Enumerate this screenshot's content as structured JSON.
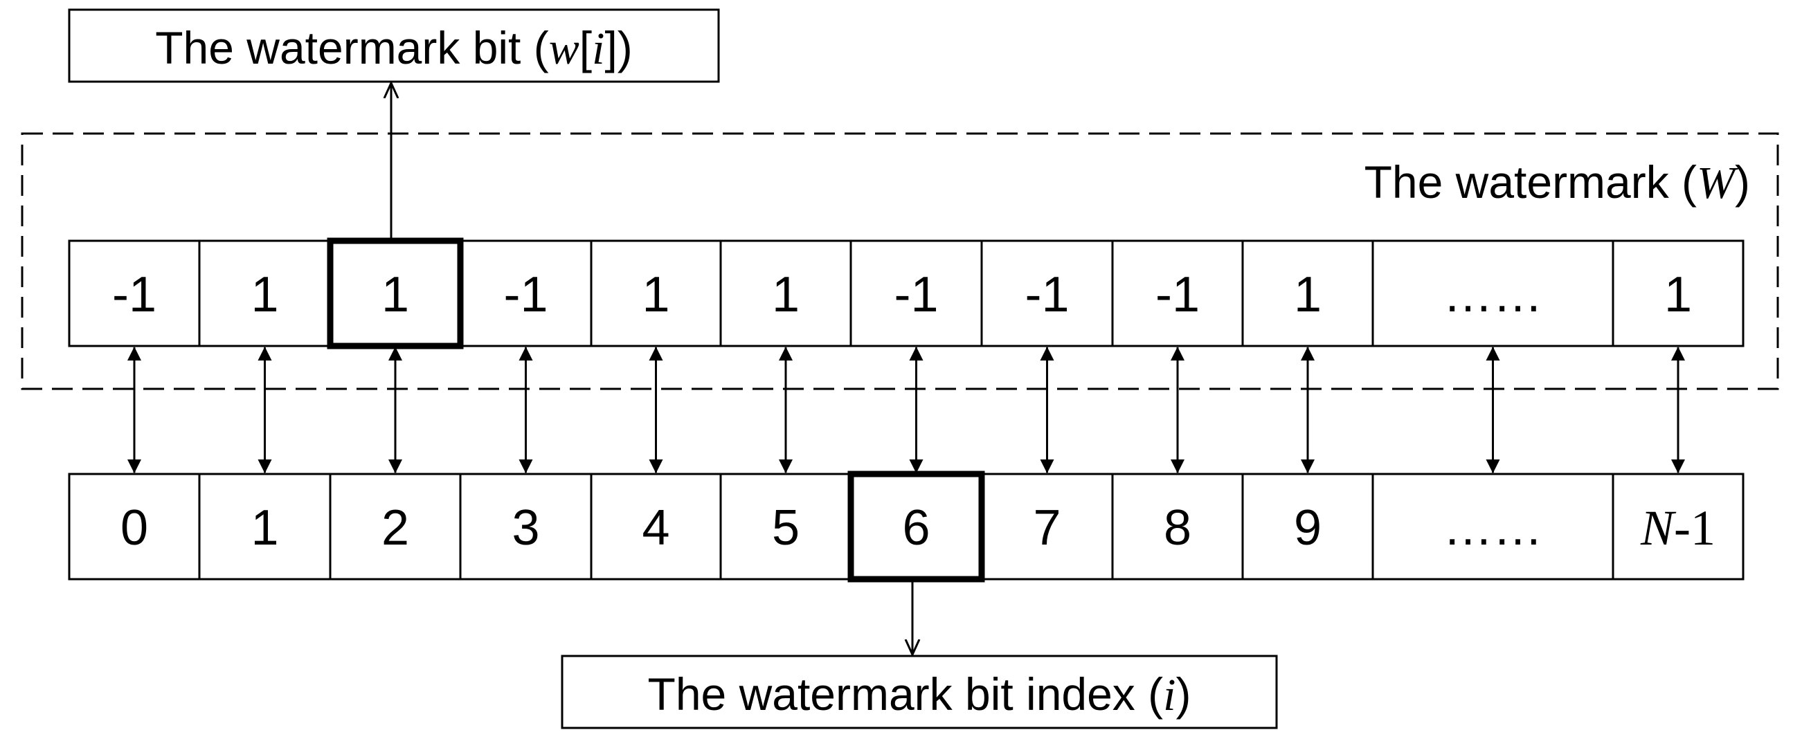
{
  "labels": {
    "bit": {
      "prefix": "The watermark bit (",
      "var1": "w",
      "mid": "[",
      "var2": "i",
      "suffix": "])"
    },
    "watermark": {
      "prefix": "The watermark (",
      "var": "W",
      "suffix": ")"
    },
    "index": {
      "prefix": "The watermark bit index (",
      "var": "i",
      "suffix": ")"
    }
  },
  "watermark_bits": [
    "-1",
    "1",
    "1",
    "-1",
    "1",
    "1",
    "-1",
    "-1",
    "-1",
    "1",
    "……",
    "1"
  ],
  "indices": [
    {
      "text": "0"
    },
    {
      "text": "1"
    },
    {
      "text": "2"
    },
    {
      "text": "3"
    },
    {
      "text": "4"
    },
    {
      "text": "5"
    },
    {
      "text": "6"
    },
    {
      "text": "7"
    },
    {
      "text": "8"
    },
    {
      "text": "9"
    },
    {
      "text": "……"
    },
    {
      "var": "N",
      "suffix": "-1"
    }
  ],
  "highlight_bit_index": 2,
  "highlight_index_index": 6
}
